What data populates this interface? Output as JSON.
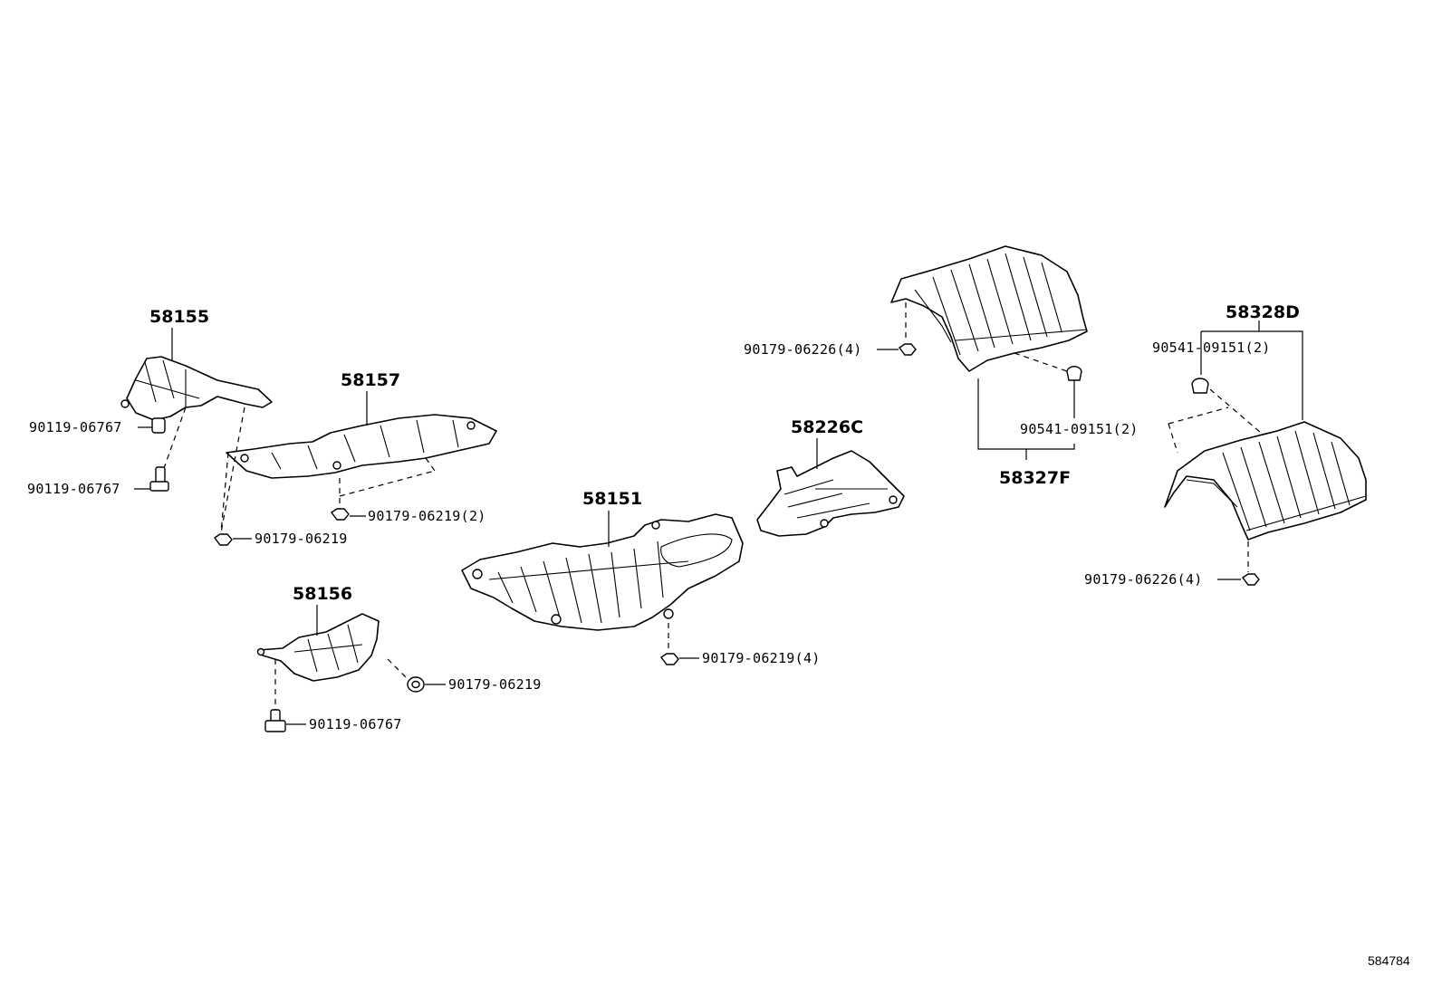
{
  "labels": {
    "p58155": "58155",
    "p58157": "58157",
    "p58156": "58156",
    "p58151": "58151",
    "p58226C": "58226C",
    "p58327F": "58327F",
    "p58328D": "58328D",
    "b_90119_a": "90119-06767",
    "b_90119_b": "90119-06767",
    "b_90119_c": "90119-06767",
    "n_90179_06219_2": "90179-06219(2)",
    "n_90179_06219_a": "90179-06219",
    "n_90179_06219_b": "90179-06219",
    "n_90179_06219_4": "90179-06219(4)",
    "n_90179_06226_4_top": "90179-06226(4)",
    "n_90179_06226_4_bot": "90179-06226(4)",
    "c_90541_top": "90541-09151(2)",
    "c_90541_mid": "90541-09151(2)",
    "diagram_code": "584784"
  }
}
